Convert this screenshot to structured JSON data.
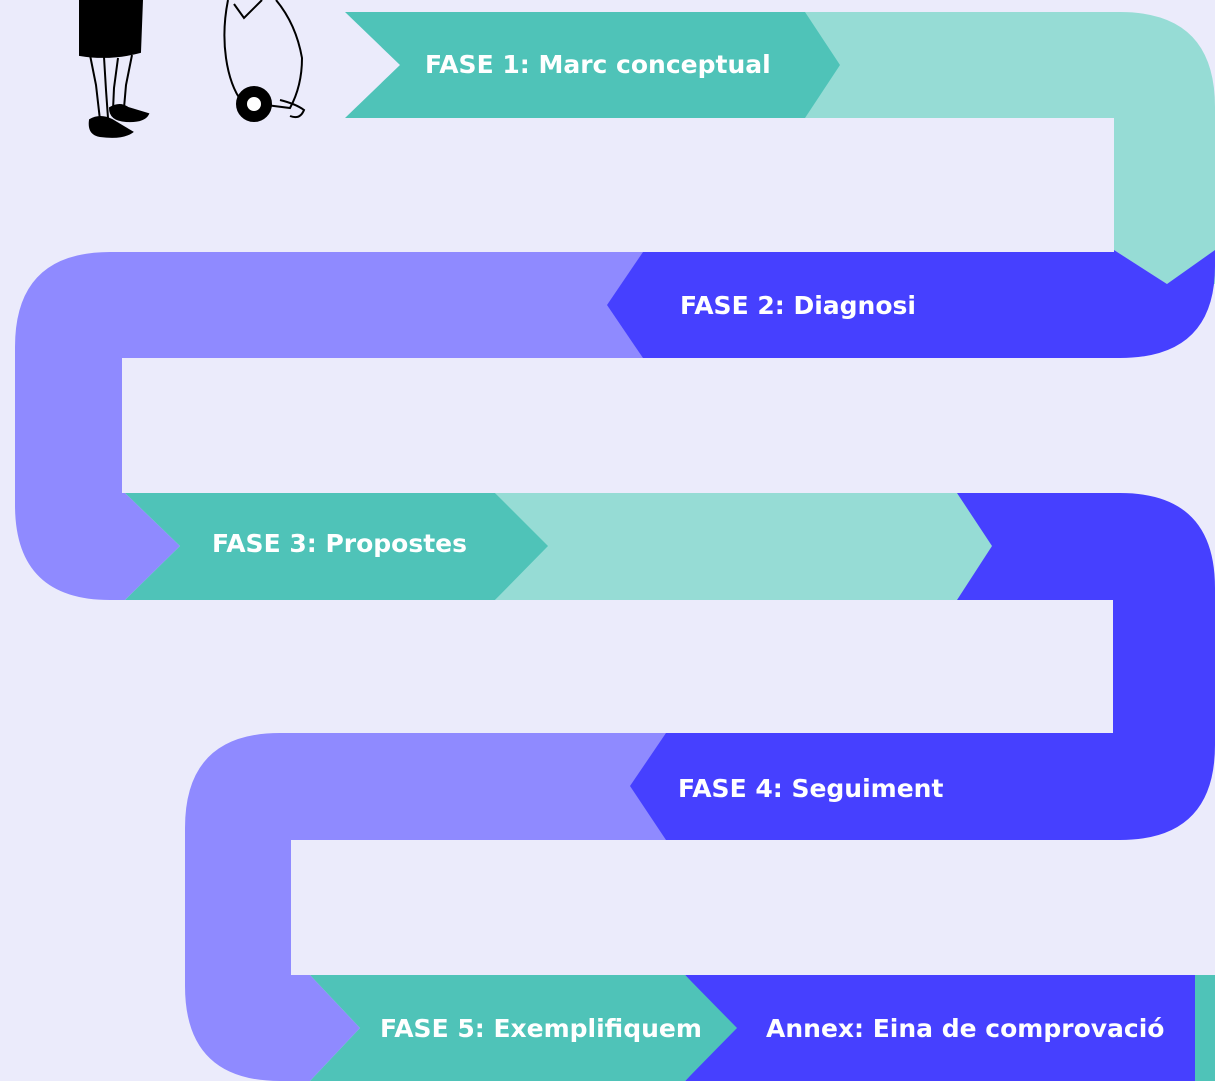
{
  "colors": {
    "background": "#ebebfb",
    "teal": "#4fc3b8",
    "light_teal": "#96dcd5",
    "blue": "#4640ff",
    "lavender": "#8f8aff",
    "white": "#ffffff",
    "ink": "#000000"
  },
  "illustration": {
    "icons": [
      "person-legs-icon",
      "rolling-suitcase-icon"
    ]
  },
  "phases": [
    {
      "label": "FASE 1: Marc conceptual"
    },
    {
      "label": "FASE 2: Diagnosi"
    },
    {
      "label": "FASE 3: Propostes"
    },
    {
      "label": "FASE 4: Seguiment"
    },
    {
      "label": "FASE 5: Exemplifiquem"
    },
    {
      "label": "Annex: Eina de comprovació"
    }
  ]
}
